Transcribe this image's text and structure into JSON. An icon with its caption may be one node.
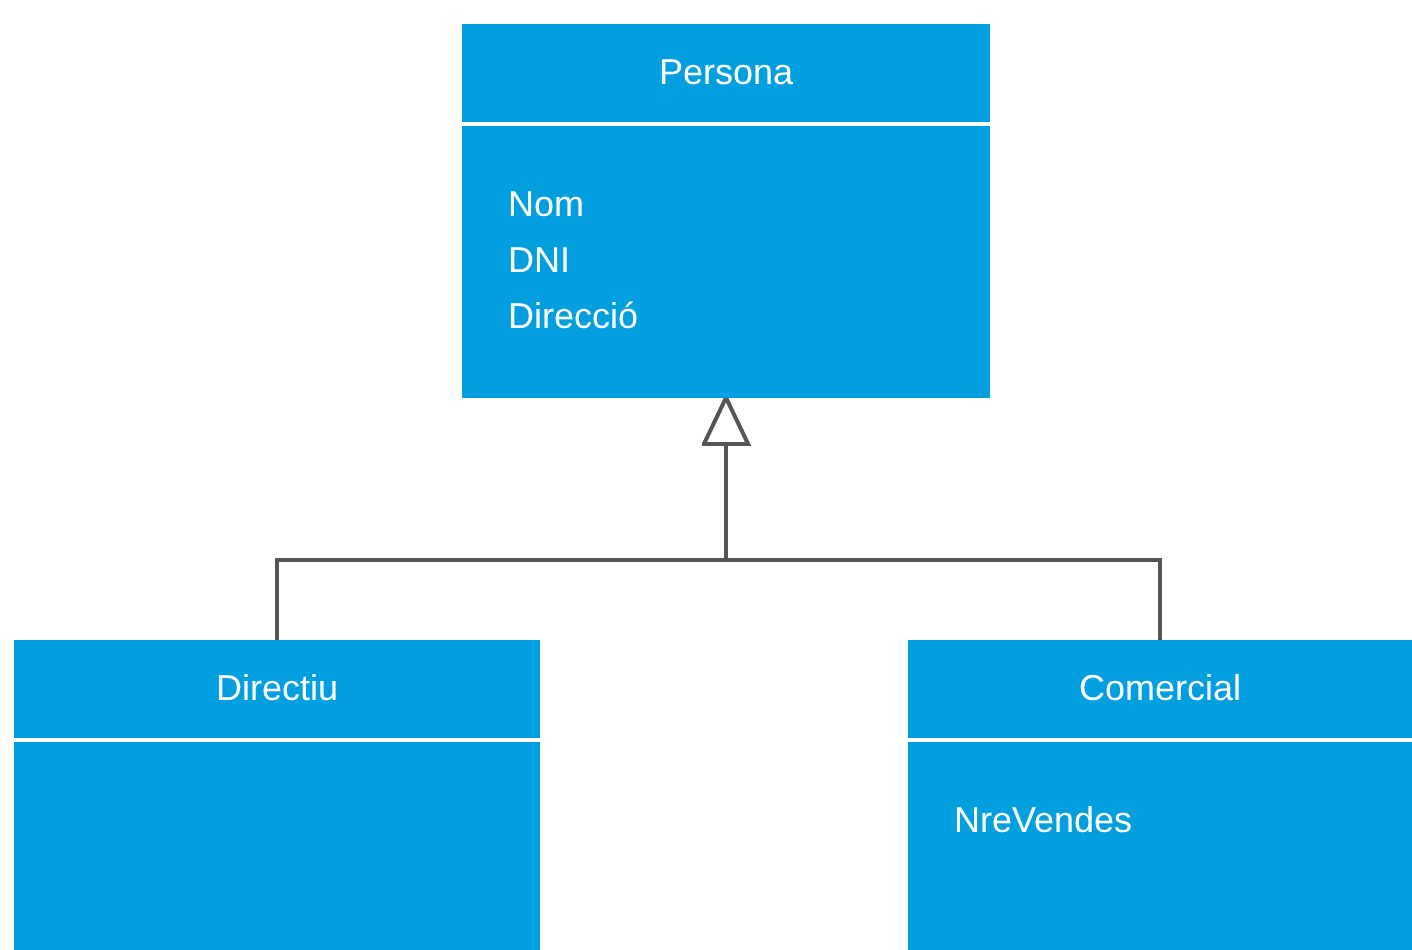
{
  "diagram": {
    "nodes": [
      {
        "text": [
          "Persona",
          "Nom",
          "DNI",
          "Direcció"
        ]
      },
      {
        "text": [
          "Directiu"
        ]
      },
      {
        "text": [
          "Comercial",
          "NreVendes"
        ]
      }
    ],
    "edges": [
      {
        "from": 1,
        "to": 0,
        "arrow": "to"
      },
      {
        "from": 2,
        "to": 0,
        "arrow": "to"
      }
    ]
  }
}
